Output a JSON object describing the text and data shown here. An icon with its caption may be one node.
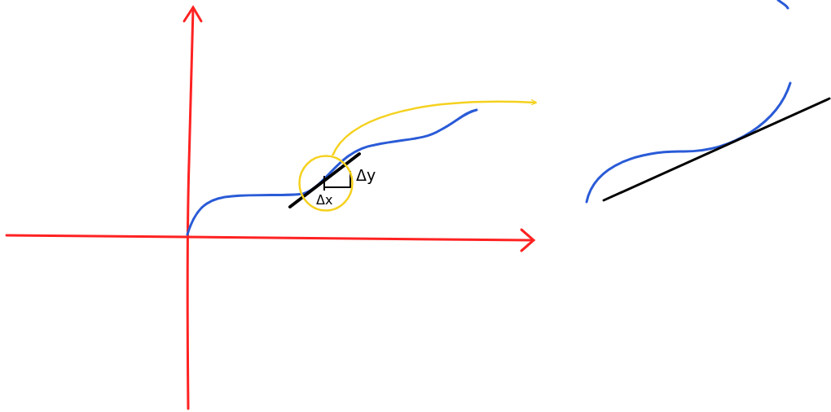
{
  "diagram": {
    "nodes": [
      {
        "text": [],
        "shape": "circle"
      },
      {
        "text": [],
        "shape": "picture"
      }
    ],
    "edges": [
      {
        "from": 0,
        "to": 1,
        "arrow": "to",
        "color": "#f5d11e"
      }
    ],
    "labels": [
      "Δy",
      "Δx"
    ]
  }
}
